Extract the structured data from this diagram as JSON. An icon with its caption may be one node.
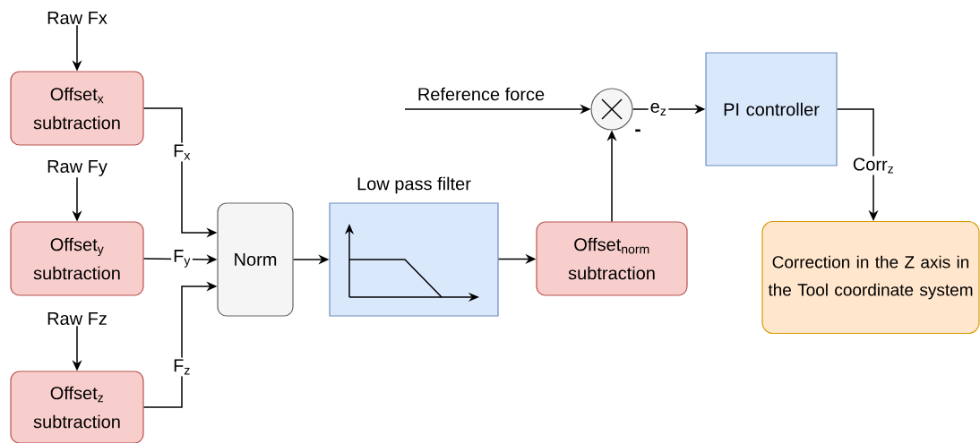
{
  "diagram": {
    "nodes": [
      {
        "text": [
          "Raw Fx"
        ]
      },
      {
        "text": [
          "Offset$_{x}$ subtraction"
        ]
      },
      {
        "text": [
          "Raw Fy"
        ]
      },
      {
        "text": [
          "Offset$_{y}$ subtraction"
        ]
      },
      {
        "text": [
          "Raw Fz"
        ]
      },
      {
        "text": [
          "Offset$_{z}$ subtraction"
        ]
      },
      {
        "text": [
          "Norm"
        ]
      },
      {
        "text": [
          "Low pass filter"
        ]
      },
      {
        "text": [
          "Offset$_{norm}$ subtraction"
        ]
      },
      {
        "text": [],
        "shape": "circle"
      },
      {
        "text": [
          "PI controller"
        ]
      },
      {
        "text": [
          "Correction in the Z axis in the Tool coordinate system"
        ]
      }
    ],
    "edges": [
      {
        "from": 0,
        "to": 1,
        "arrow": "to"
      },
      {
        "from": 2,
        "to": 3,
        "arrow": "to"
      },
      {
        "from": 4,
        "to": 5,
        "arrow": "to"
      },
      {
        "from": 1,
        "to": 6,
        "arrow": "to",
        "label": "F$_{x}$"
      },
      {
        "from": 3,
        "to": 6,
        "arrow": "to",
        "label": "F$_{y}$"
      },
      {
        "from": 5,
        "to": 6,
        "arrow": "to",
        "label": "F$_{z}$"
      },
      {
        "from": 6,
        "to": 7,
        "arrow": "to"
      },
      {
        "from": 7,
        "to": 8,
        "arrow": "to"
      },
      {
        "from": 8,
        "to": 9,
        "arrow": "to"
      },
      {
        "from": null,
        "to": 9,
        "arrow": "to",
        "label": "Reference force"
      },
      {
        "from": 9,
        "to": 10,
        "arrow": "to",
        "label": "e$_{z}$"
      },
      {
        "from": 10,
        "to": 11,
        "arrow": "to",
        "label": "Corr$_{z}$"
      }
    ],
    "labels": [
      "-"
    ]
  }
}
